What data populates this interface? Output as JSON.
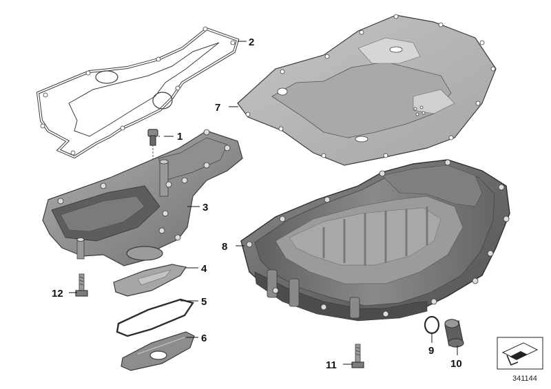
{
  "diagram": {
    "callouts": [
      {
        "id": "1",
        "label": "1"
      },
      {
        "id": "2",
        "label": "2"
      },
      {
        "id": "3",
        "label": "3"
      },
      {
        "id": "4",
        "label": "4"
      },
      {
        "id": "5",
        "label": "5"
      },
      {
        "id": "6",
        "label": "6"
      },
      {
        "id": "7",
        "label": "7"
      },
      {
        "id": "8",
        "label": "8"
      },
      {
        "id": "9",
        "label": "9"
      },
      {
        "id": "10",
        "label": "10"
      },
      {
        "id": "11",
        "label": "11"
      },
      {
        "id": "12",
        "label": "12"
      }
    ],
    "document_number": "341144",
    "colors": {
      "metal_dark": "#6f6f6f",
      "metal_mid": "#9a9a9a",
      "metal_light": "#c9c9c9",
      "gasket": "#b5b5b5",
      "outline": "#3a3a3a"
    }
  }
}
